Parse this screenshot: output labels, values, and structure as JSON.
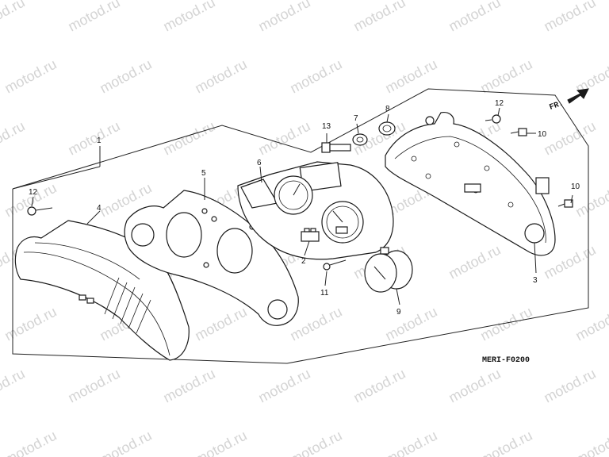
{
  "watermark": "motod.ru",
  "direction_label": "FR.",
  "diagram_code": "MERI-F0200",
  "callouts": {
    "c1": "1",
    "c2": "2",
    "c3": "3",
    "c4": "4",
    "c5": "5",
    "c6": "6",
    "c7": "7",
    "c8": "8",
    "c9": "9",
    "c10a": "10",
    "c10b": "10",
    "c11": "11",
    "c12a": "12",
    "c12b": "12",
    "c13": "13"
  }
}
